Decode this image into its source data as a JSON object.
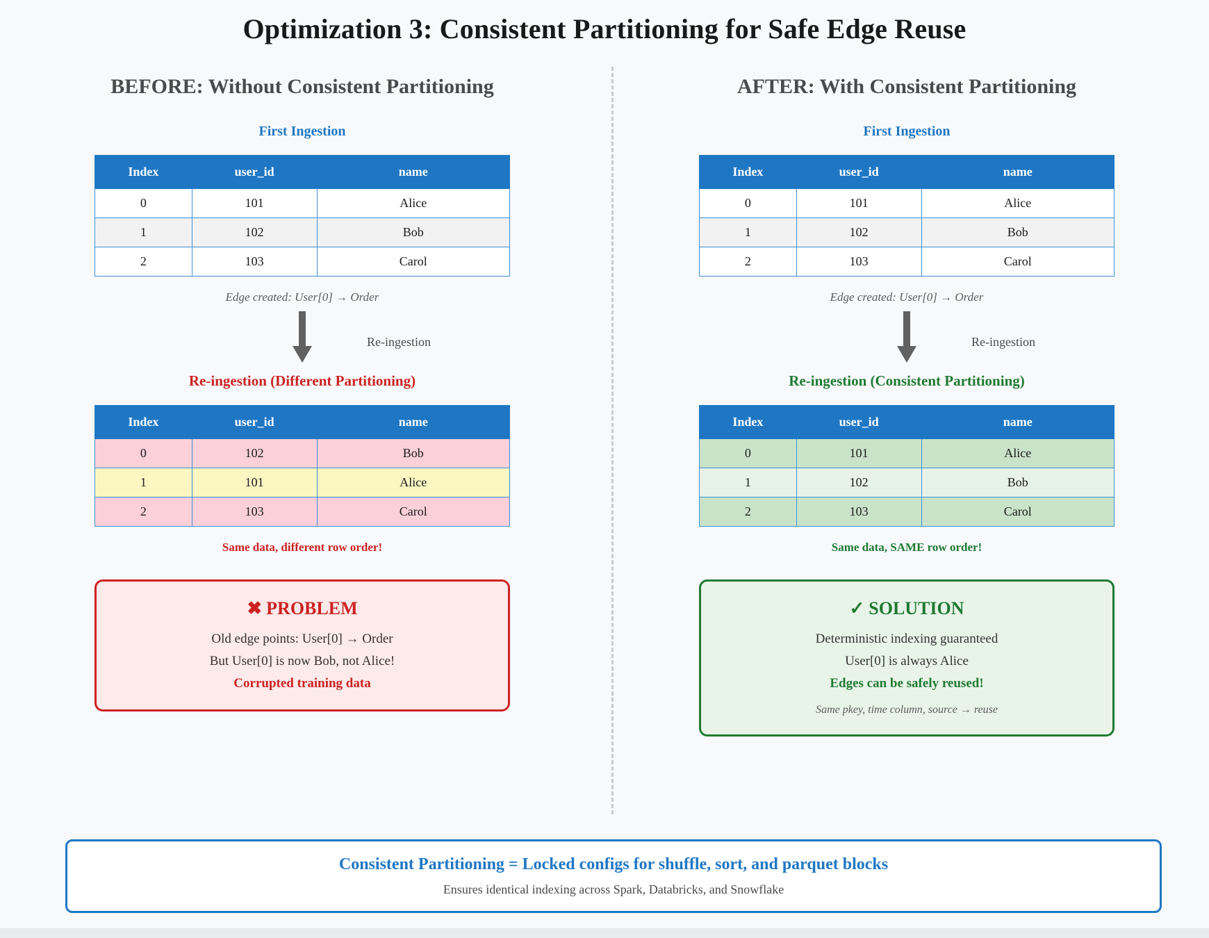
{
  "title": "Optimization 3: Consistent Partitioning for Safe Edge Reuse",
  "columns": [
    {
      "header": "BEFORE: Without Consistent Partitioning",
      "first_stage_label": "First Ingestion",
      "first_table": {
        "headers": [
          "Index",
          "user_id",
          "name"
        ],
        "rows": [
          [
            "0",
            "101",
            "Alice"
          ],
          [
            "1",
            "102",
            "Bob"
          ],
          [
            "2",
            "103",
            "Carol"
          ]
        ]
      },
      "edge_note": "Edge created: User[0] → Order",
      "arrow_label": "Re-ingestion",
      "second_stage_label": "Re-ingestion (Different Partitioning)",
      "second_table": {
        "headers": [
          "Index",
          "user_id",
          "name"
        ],
        "rows": [
          [
            "0",
            "102",
            "Bob"
          ],
          [
            "1",
            "101",
            "Alice"
          ],
          [
            "2",
            "103",
            "Carol"
          ]
        ]
      },
      "row_note": "Same data, different row order!",
      "callout": {
        "mark": "✖",
        "title": "PROBLEM",
        "lines": [
          "Old edge points: User[0] → Order",
          "But User[0] is now Bob, not Alice!"
        ],
        "strong": "Corrupted training data",
        "italic": ""
      }
    },
    {
      "header": "AFTER: With Consistent Partitioning",
      "first_stage_label": "First Ingestion",
      "first_table": {
        "headers": [
          "Index",
          "user_id",
          "name"
        ],
        "rows": [
          [
            "0",
            "101",
            "Alice"
          ],
          [
            "1",
            "102",
            "Bob"
          ],
          [
            "2",
            "103",
            "Carol"
          ]
        ]
      },
      "edge_note": "Edge created: User[0] → Order",
      "arrow_label": "Re-ingestion",
      "second_stage_label": "Re-ingestion (Consistent Partitioning)",
      "second_table": {
        "headers": [
          "Index",
          "user_id",
          "name"
        ],
        "rows": [
          [
            "0",
            "101",
            "Alice"
          ],
          [
            "1",
            "102",
            "Bob"
          ],
          [
            "2",
            "103",
            "Carol"
          ]
        ]
      },
      "row_note": "Same data, SAME row order!",
      "callout": {
        "mark": "✓",
        "title": "SOLUTION",
        "lines": [
          "Deterministic indexing guaranteed",
          "User[0] is always Alice"
        ],
        "strong": "Edges can be safely reused!",
        "italic": "Same pkey, time column, source → reuse"
      }
    }
  ],
  "footer": {
    "title": "Consistent Partitioning = Locked configs for shuffle, sort, and parquet blocks",
    "subtitle": "Ensures identical indexing across Spark, Databricks, and Snowflake"
  },
  "colors": {
    "header_blue": "#1f77c4",
    "problem_red": "#cc2222",
    "solution_green": "#1f7a32",
    "row_pink": "#fbd0d9",
    "row_yellow": "#fbf6c2",
    "row_green_dark": "#c9e3c9",
    "row_green_light": "#e7f3e7",
    "page_bg": "#f7f9fb"
  }
}
